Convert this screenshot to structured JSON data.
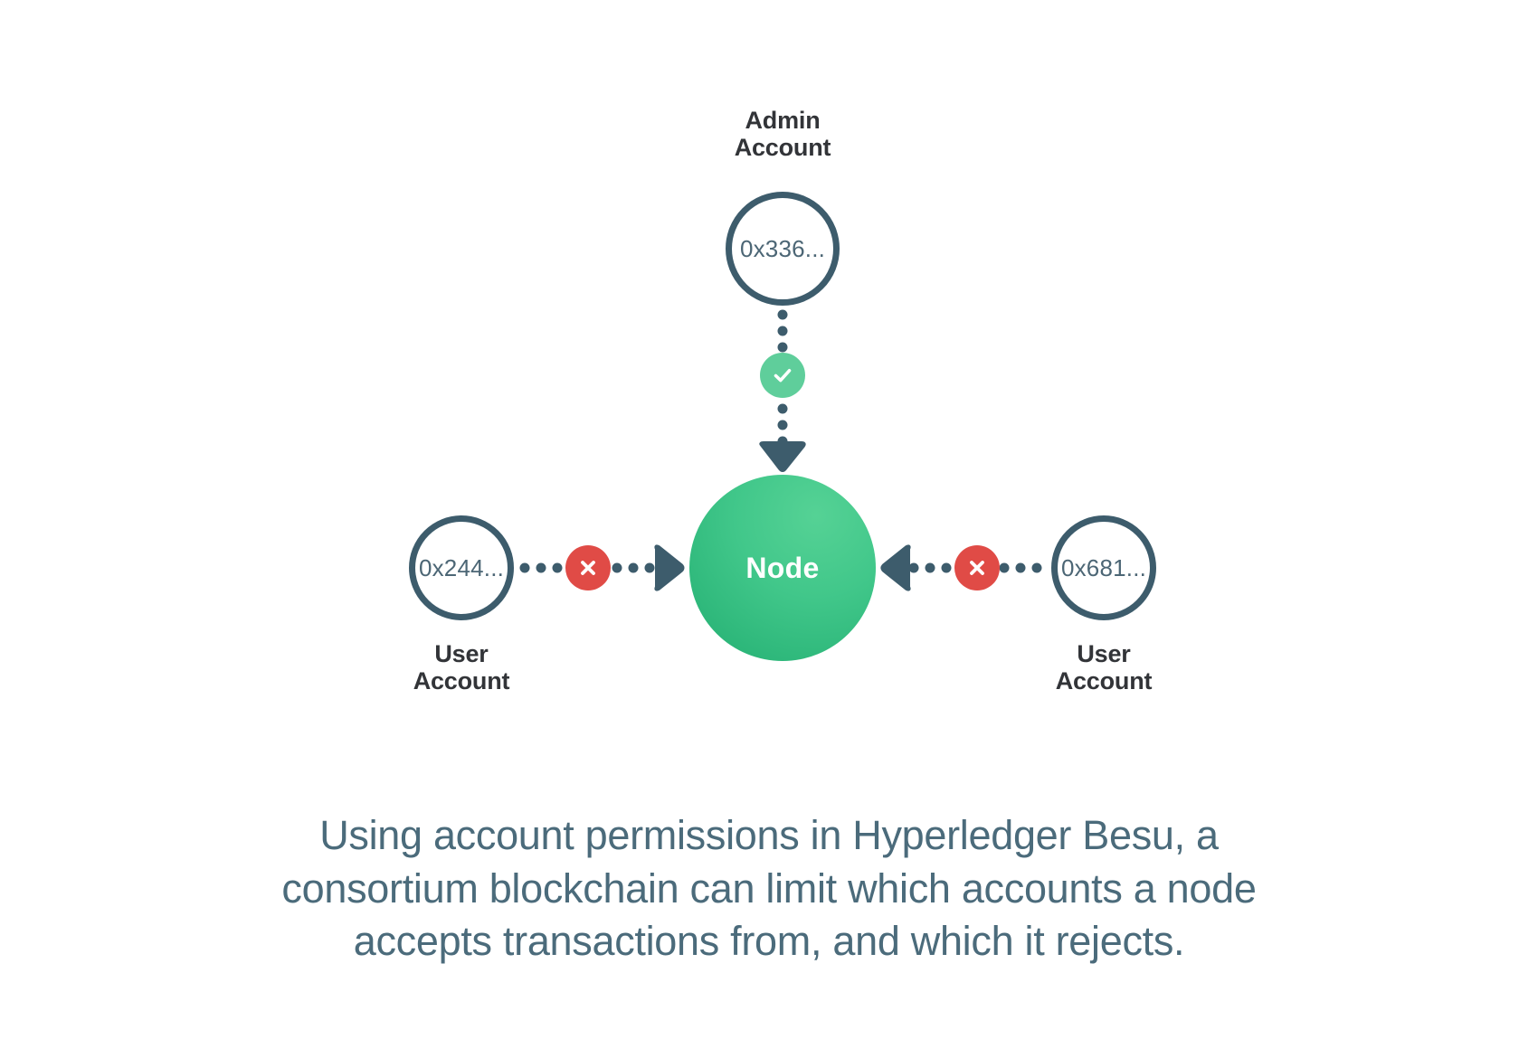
{
  "diagram": {
    "title_alt": "Hyperledger Besu account permissions diagram",
    "background_color": "#ffffff",
    "colors": {
      "node_green_light": "#55d295",
      "node_green_dark": "#22ae71",
      "allow_green": "#5fce9b",
      "deny_red": "#e04b46",
      "slate": "#3d5c6c",
      "address_text": "#4c6675",
      "label_text": "#323438",
      "caption_text": "#4b6b7b"
    },
    "admin": {
      "label": "Admin\nAccount",
      "address": "0x336...",
      "permission_icon": "check-icon",
      "permission_status": "allowed"
    },
    "center": {
      "label": "Node",
      "icon": "node-circle"
    },
    "users": [
      {
        "position": "left",
        "label": "User\nAccount",
        "address": "0x244...",
        "permission_icon": "x-icon",
        "permission_status": "rejected"
      },
      {
        "position": "right",
        "label": "User\nAccount",
        "address": "0x681...",
        "permission_icon": "x-icon",
        "permission_status": "rejected"
      }
    ],
    "caption": {
      "line1": "Using account permissions in Hyperledger Besu, a",
      "line2": "consortium blockchain can limit which accounts a node",
      "line3": "accepts transactions from, and which it rejects."
    }
  }
}
